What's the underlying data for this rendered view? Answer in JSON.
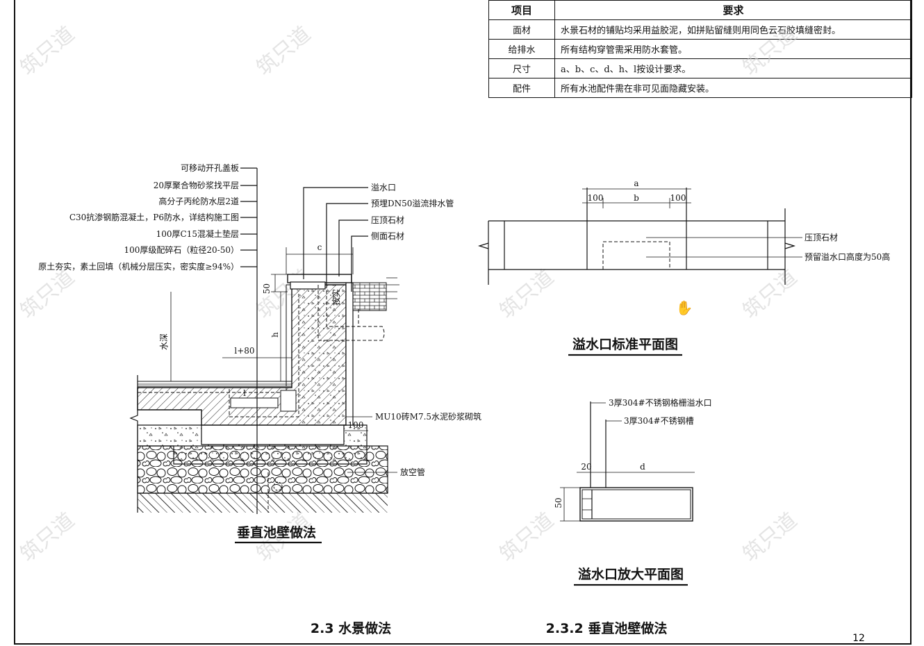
{
  "table": {
    "header": {
      "col1": "项目",
      "col2": "要求"
    },
    "rows": [
      {
        "item": "面材",
        "req": "水景石材的铺贴均采用益胶泥，如拼贴留缝则用同色云石胶填缝密封。"
      },
      {
        "item": "给排水",
        "req": "所有结构穿管需采用防水套管。"
      },
      {
        "item": "尺寸",
        "req": "a、b、c、d、h、l按设计要求。"
      },
      {
        "item": "配件",
        "req": "所有水池配件需在非可见面隐藏安装。"
      }
    ]
  },
  "section": {
    "layer_labels": [
      "可移动开孔盖板",
      "20厚聚合物砂浆找平层",
      "高分子丙纶防水层2道",
      "C30抗渗钢筋混凝土，P6防水，详结构施工图",
      "100厚C15混凝土垫层",
      "100厚级配碎石（粒径20-50）",
      "原土夯实，素土回填（机械分层压实，密实度≥94%）"
    ],
    "right_labels": [
      "溢水口",
      "预埋DN50溢流排水管",
      "压顶石材",
      "侧面石材"
    ],
    "dim_c": "c",
    "dim_50": "50",
    "dim_h": "h",
    "dim_l80": "l+80",
    "dim_l": "l",
    "water_depth": "水深",
    "backfill": "按实",
    "mu10_label": "MU10砖M7.5水泥砂浆砌筑",
    "dim_100": "100",
    "vent_pipe": "放空管",
    "title": "垂直池壁做法"
  },
  "plan": {
    "dim_a": "a",
    "dim_b": "b",
    "dim_100_left": "100",
    "dim_100_right": "100",
    "label_coping": "压顶石材",
    "label_outlet": "预留溢水口高度为50高",
    "title": "溢水口标准平面图"
  },
  "detail": {
    "label_grate": "3厚304#不锈钢格栅溢水口",
    "label_trough": "3厚304#不锈钢槽",
    "dim_20": "20",
    "dim_d": "d",
    "dim_50": "50",
    "title": "溢水口放大平面图"
  },
  "footer": {
    "left": "2.3 水景做法",
    "right": "2.3.2 垂直池壁做法",
    "page": "12"
  }
}
